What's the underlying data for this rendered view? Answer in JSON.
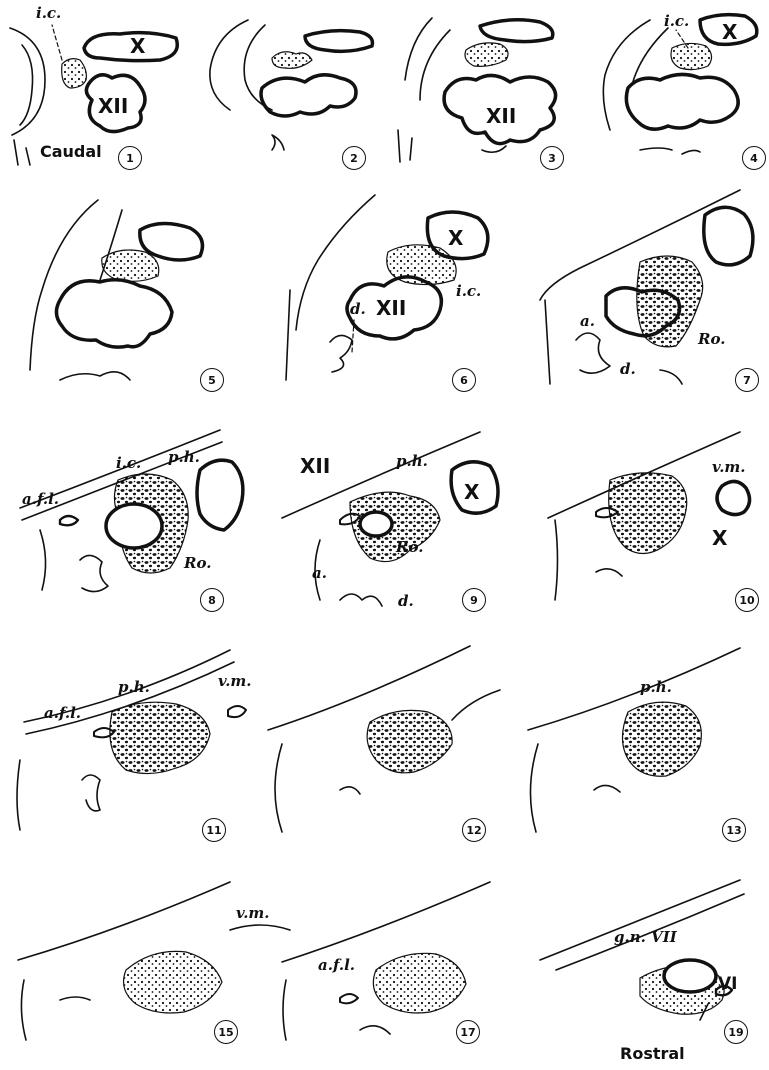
{
  "panels": [
    {
      "number": "1"
    },
    {
      "number": "2"
    },
    {
      "number": "3"
    },
    {
      "number": "4"
    },
    {
      "number": "5"
    },
    {
      "number": "6"
    },
    {
      "number": "7"
    },
    {
      "number": "8"
    },
    {
      "number": "9"
    },
    {
      "number": "10"
    },
    {
      "number": "11"
    },
    {
      "number": "12"
    },
    {
      "number": "13"
    },
    {
      "number": "15"
    },
    {
      "number": "17"
    },
    {
      "number": "19"
    }
  ],
  "orientation": {
    "caudal": "Caudal",
    "rostral": "Rostral"
  },
  "labels": {
    "ic": "i.c.",
    "x": "X",
    "xii": "XII",
    "d": "d.",
    "a": "a.",
    "ro": "Ro.",
    "afl": "a.f.l.",
    "ph": "p.h.",
    "vm": "v.m.",
    "gn_vii": "g.n. VII",
    "vi": "VI"
  }
}
